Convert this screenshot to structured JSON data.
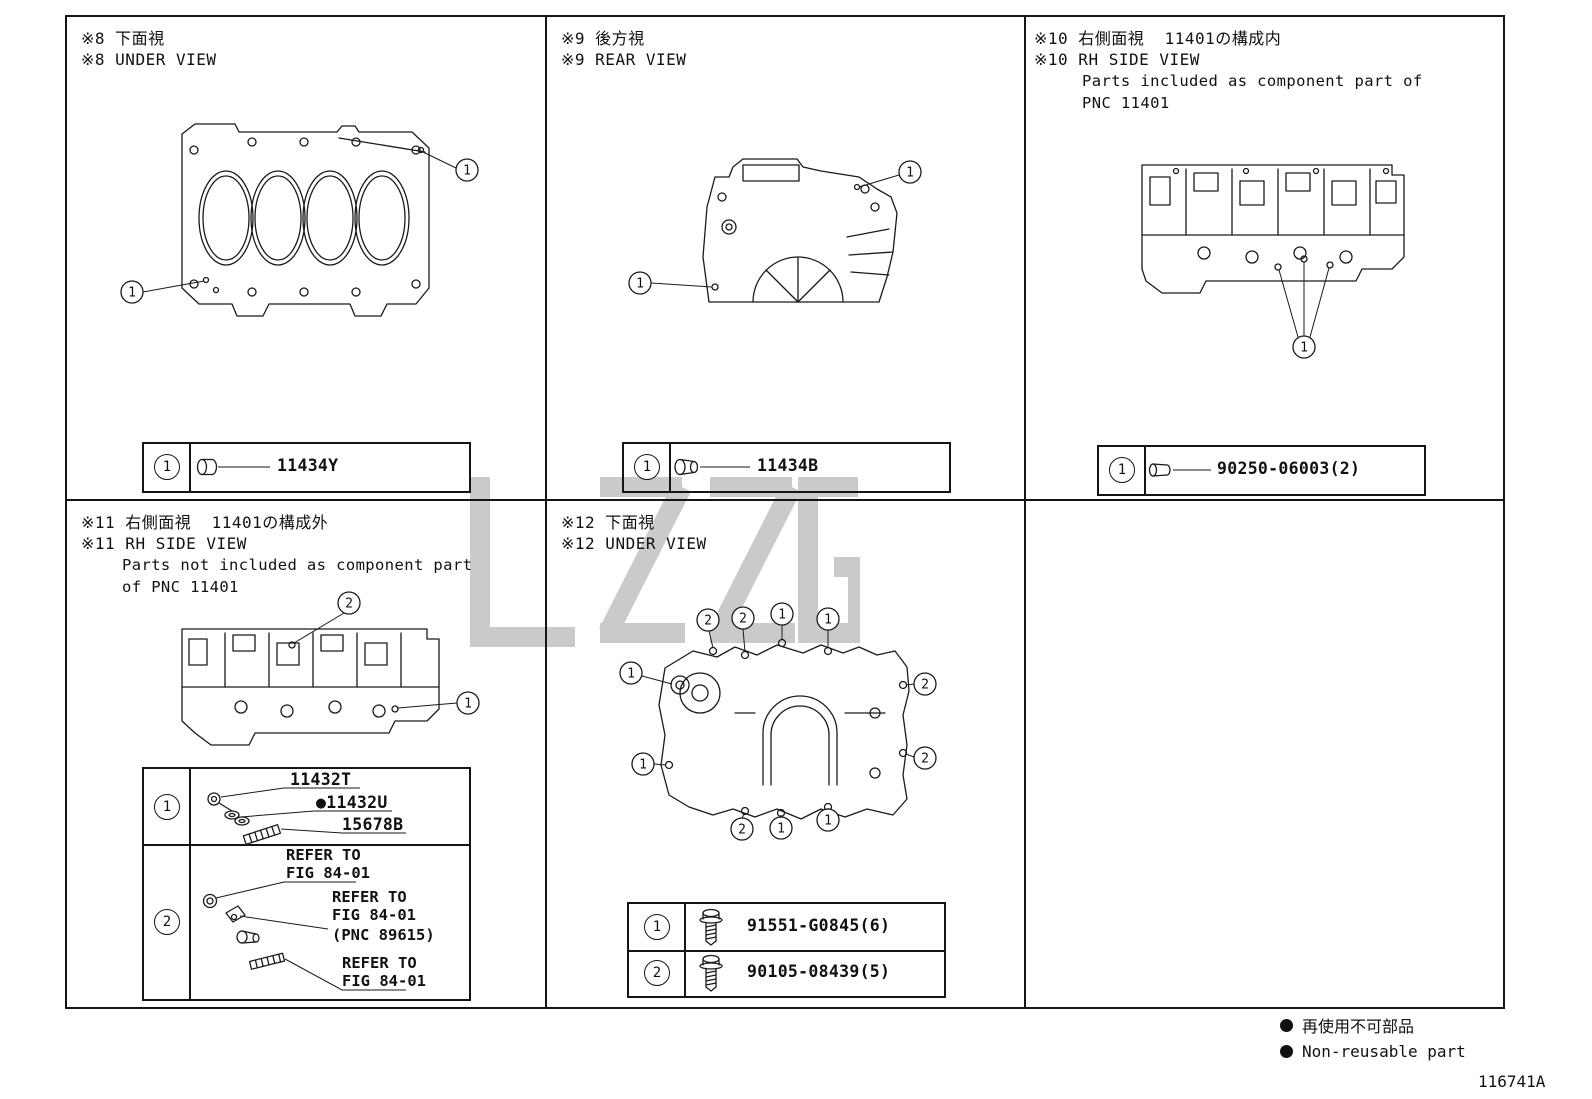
{
  "meta": {
    "doc_code": "116741A"
  },
  "legend": {
    "jp": "再使用不可部品",
    "en": "Non-reusable part"
  },
  "panels": {
    "p8": {
      "title_jp": "※8 下面視",
      "title_en": "※8 UNDER VIEW",
      "callouts": [
        "1",
        "1"
      ],
      "table": {
        "num": "1",
        "part": "11434Y"
      }
    },
    "p9": {
      "title_jp": "※9 後方視",
      "title_en": "※9 REAR VIEW",
      "callouts": [
        "1",
        "1"
      ],
      "table": {
        "num": "1",
        "part": "11434B"
      }
    },
    "p10": {
      "title_jp": "※10 右側面視  11401の構成内",
      "title_en": "※10 RH SIDE VIEW",
      "note_line1": "Parts included as component part of",
      "note_line2": "PNC 11401",
      "callouts": [
        "1"
      ],
      "table": {
        "num": "1",
        "part": "90250-06003(2)"
      }
    },
    "p11": {
      "title_jp": "※11 右側面視  11401の構成外",
      "title_en": "※11 RH SIDE VIEW",
      "note_line1": "Parts not included as component part",
      "note_line2": "of PNC 11401",
      "callouts": [
        "2",
        "1"
      ],
      "row1": {
        "num": "1",
        "part1": "11432T",
        "part2": "●11432U",
        "part3": "15678B"
      },
      "row2": {
        "num": "2",
        "ref1_line1": "REFER TO",
        "ref1_line2": "FIG 84-01",
        "ref2_line1": "REFER TO",
        "ref2_line2": "FIG 84-01",
        "ref2_line3": "(PNC 89615)",
        "ref3_line1": "REFER TO",
        "ref3_line2": "FIG 84-01"
      }
    },
    "p12": {
      "title_jp": "※12 下面視",
      "title_en": "※12 UNDER VIEW",
      "callouts": [
        "2",
        "2",
        "1",
        "1",
        "1",
        "2",
        "2",
        "1",
        "2",
        "1",
        "1"
      ],
      "rows": [
        {
          "num": "1",
          "part": "91551-G0845(6)"
        },
        {
          "num": "2",
          "part": "90105-08439(5)"
        }
      ]
    }
  }
}
